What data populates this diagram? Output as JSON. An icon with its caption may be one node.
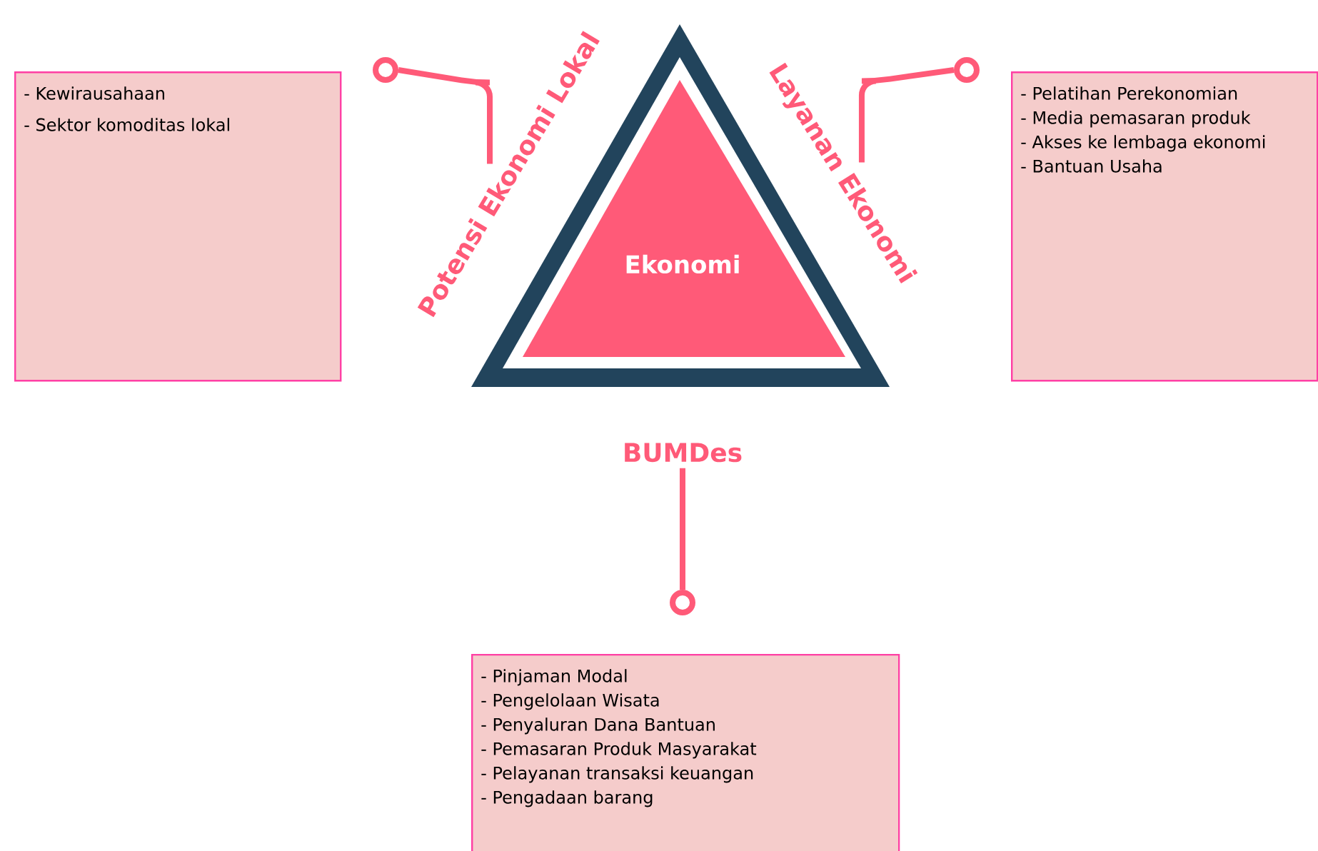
{
  "diagram": {
    "nodes": [
      {
        "text": [
          "Ekonomi"
        ]
      },
      {
        "text": [
          "Potensi Ekonomi Lokal"
        ]
      },
      {
        "text": [
          "Layanan Ekonomi"
        ]
      },
      {
        "text": [
          "BUMDes"
        ]
      },
      {
        "text": [
          "- Kewirausahaan",
          "- Sektor komoditas lokal"
        ]
      },
      {
        "text": [
          "- Pelatihan Perekonomian",
          "- Media pemasaran produk",
          "- Akses ke lembaga ekonomi",
          "- Bantuan Usaha"
        ]
      },
      {
        "text": [
          "- Pinjaman Modal",
          "- Pengelolaan Wisata",
          "- Penyaluran Dana Bantuan",
          "- Pemasaran Produk Masyarakat",
          "- Pelayanan transaksi keuangan",
          "- Pengadaan barang"
        ]
      },
      {
        "text": [],
        "shape": "circle"
      },
      {
        "text": [],
        "shape": "circle"
      },
      {
        "text": [],
        "shape": "circle"
      }
    ],
    "edges": [
      {
        "from": 1,
        "to": 7,
        "arrow": "none"
      },
      {
        "from": 2,
        "to": 8,
        "arrow": "none"
      },
      {
        "from": 3,
        "to": 9,
        "arrow": "none"
      }
    ]
  }
}
